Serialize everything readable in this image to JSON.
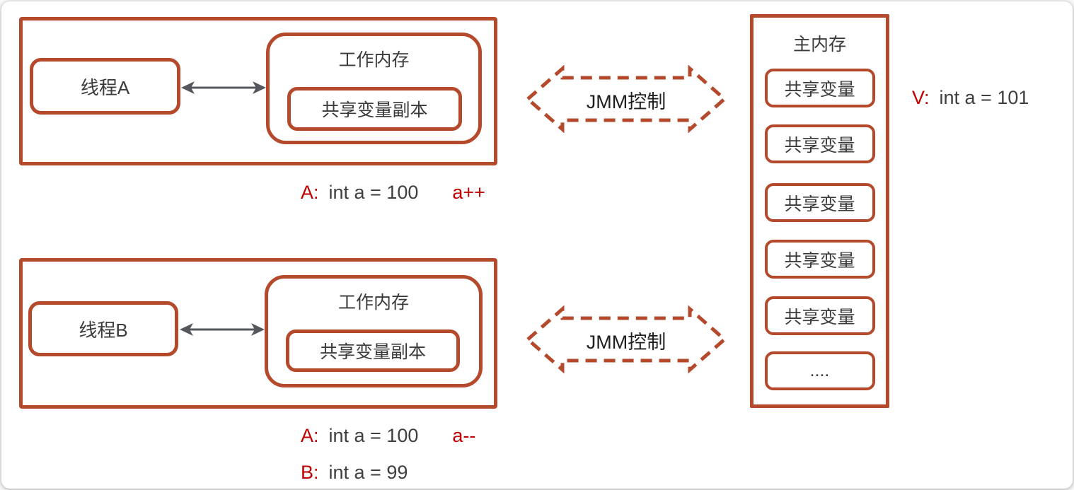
{
  "colors": {
    "box_border": "#b4492c",
    "red_text": "#c00000",
    "dark_text": "#3a3a3a",
    "gray_arrow": "#54585c"
  },
  "thread_a_section": {
    "thread_label": "线程A",
    "working_memory_title": "工作内存",
    "shared_copy_label": "共享变量副本",
    "annotation": {
      "prefix": "A:",
      "statement": "int a = 100",
      "operation": "a++"
    }
  },
  "thread_b_section": {
    "thread_label": "线程B",
    "working_memory_title": "工作内存",
    "shared_copy_label": "共享变量副本",
    "annotation_1": {
      "prefix": "A:",
      "statement": "int a = 100",
      "operation": "a--"
    },
    "annotation_2": {
      "prefix": "B:",
      "statement": "int a = 99"
    }
  },
  "jmm_arrow_top": {
    "label": "JMM控制"
  },
  "jmm_arrow_bottom": {
    "label": "JMM控制"
  },
  "main_memory": {
    "title": "主内存",
    "items": [
      "共享变量",
      "共享变量",
      "共享变量",
      "共享变量",
      "共享变量",
      "...."
    ],
    "annotation": {
      "prefix": "V:",
      "statement": "int a = 101"
    }
  }
}
